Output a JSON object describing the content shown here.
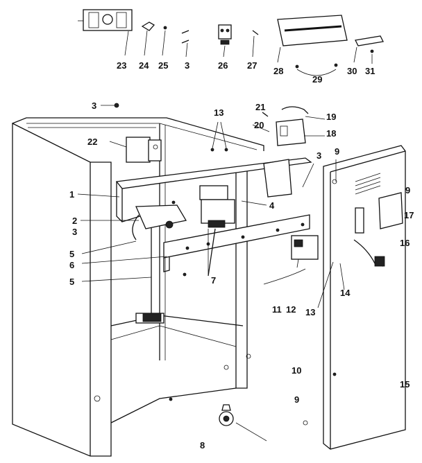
{
  "labels": {
    "l1": "1",
    "l2": "2",
    "l3a": "3",
    "l3b": "3",
    "l3c": "3",
    "l3d": "3",
    "l4": "4",
    "l5a": "5",
    "l5b": "5",
    "l6": "6",
    "l7": "7",
    "l8": "8",
    "l9a": "9",
    "l9b": "9",
    "l9c": "9",
    "l10": "10",
    "l11": "11",
    "l12": "12",
    "l13a": "13",
    "l13b": "13",
    "l14": "14",
    "l15": "15",
    "l16": "16",
    "l17": "17",
    "l18": "18",
    "l19": "19",
    "l20": "20",
    "l21": "21",
    "l22": "22",
    "l23": "23",
    "l24": "24",
    "l25": "25",
    "l26": "26",
    "l27": "27",
    "l28": "28",
    "l29": "29",
    "l30": "30",
    "l31": "31"
  }
}
